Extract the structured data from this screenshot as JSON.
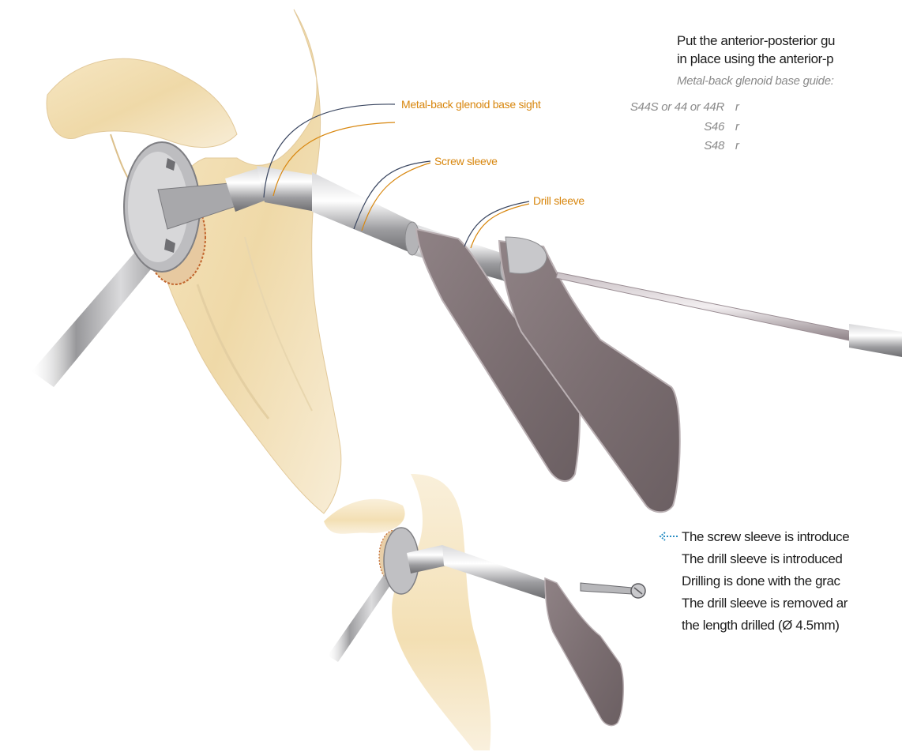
{
  "callouts": {
    "metal_back_sight": "Metal-back glenoid base sight",
    "screw_sleeve": "Screw sleeve",
    "drill_sleeve": "Drill sleeve"
  },
  "intro": {
    "line1": "Put the anterior-posterior gu",
    "line2": "in place using the anterior-p"
  },
  "guide": {
    "label": "Metal-back glenoid base guide:",
    "rows": [
      {
        "size": "S44S or 44 or 44R",
        "suffix": "r"
      },
      {
        "size": "S46",
        "suffix": "r"
      },
      {
        "size": "S48",
        "suffix": "r"
      }
    ]
  },
  "steps": [
    "The screw sleeve is introduce",
    "The drill sleeve is introduced",
    "Drilling is done with the grac",
    "The drill sleeve is removed ar",
    "the length drilled (Ø 4.5mm)"
  ],
  "colors": {
    "callout": "#d8870f",
    "bone": "#f0dcb0",
    "metal": "#9a9a9c",
    "arrow": "#2b8fc4"
  }
}
